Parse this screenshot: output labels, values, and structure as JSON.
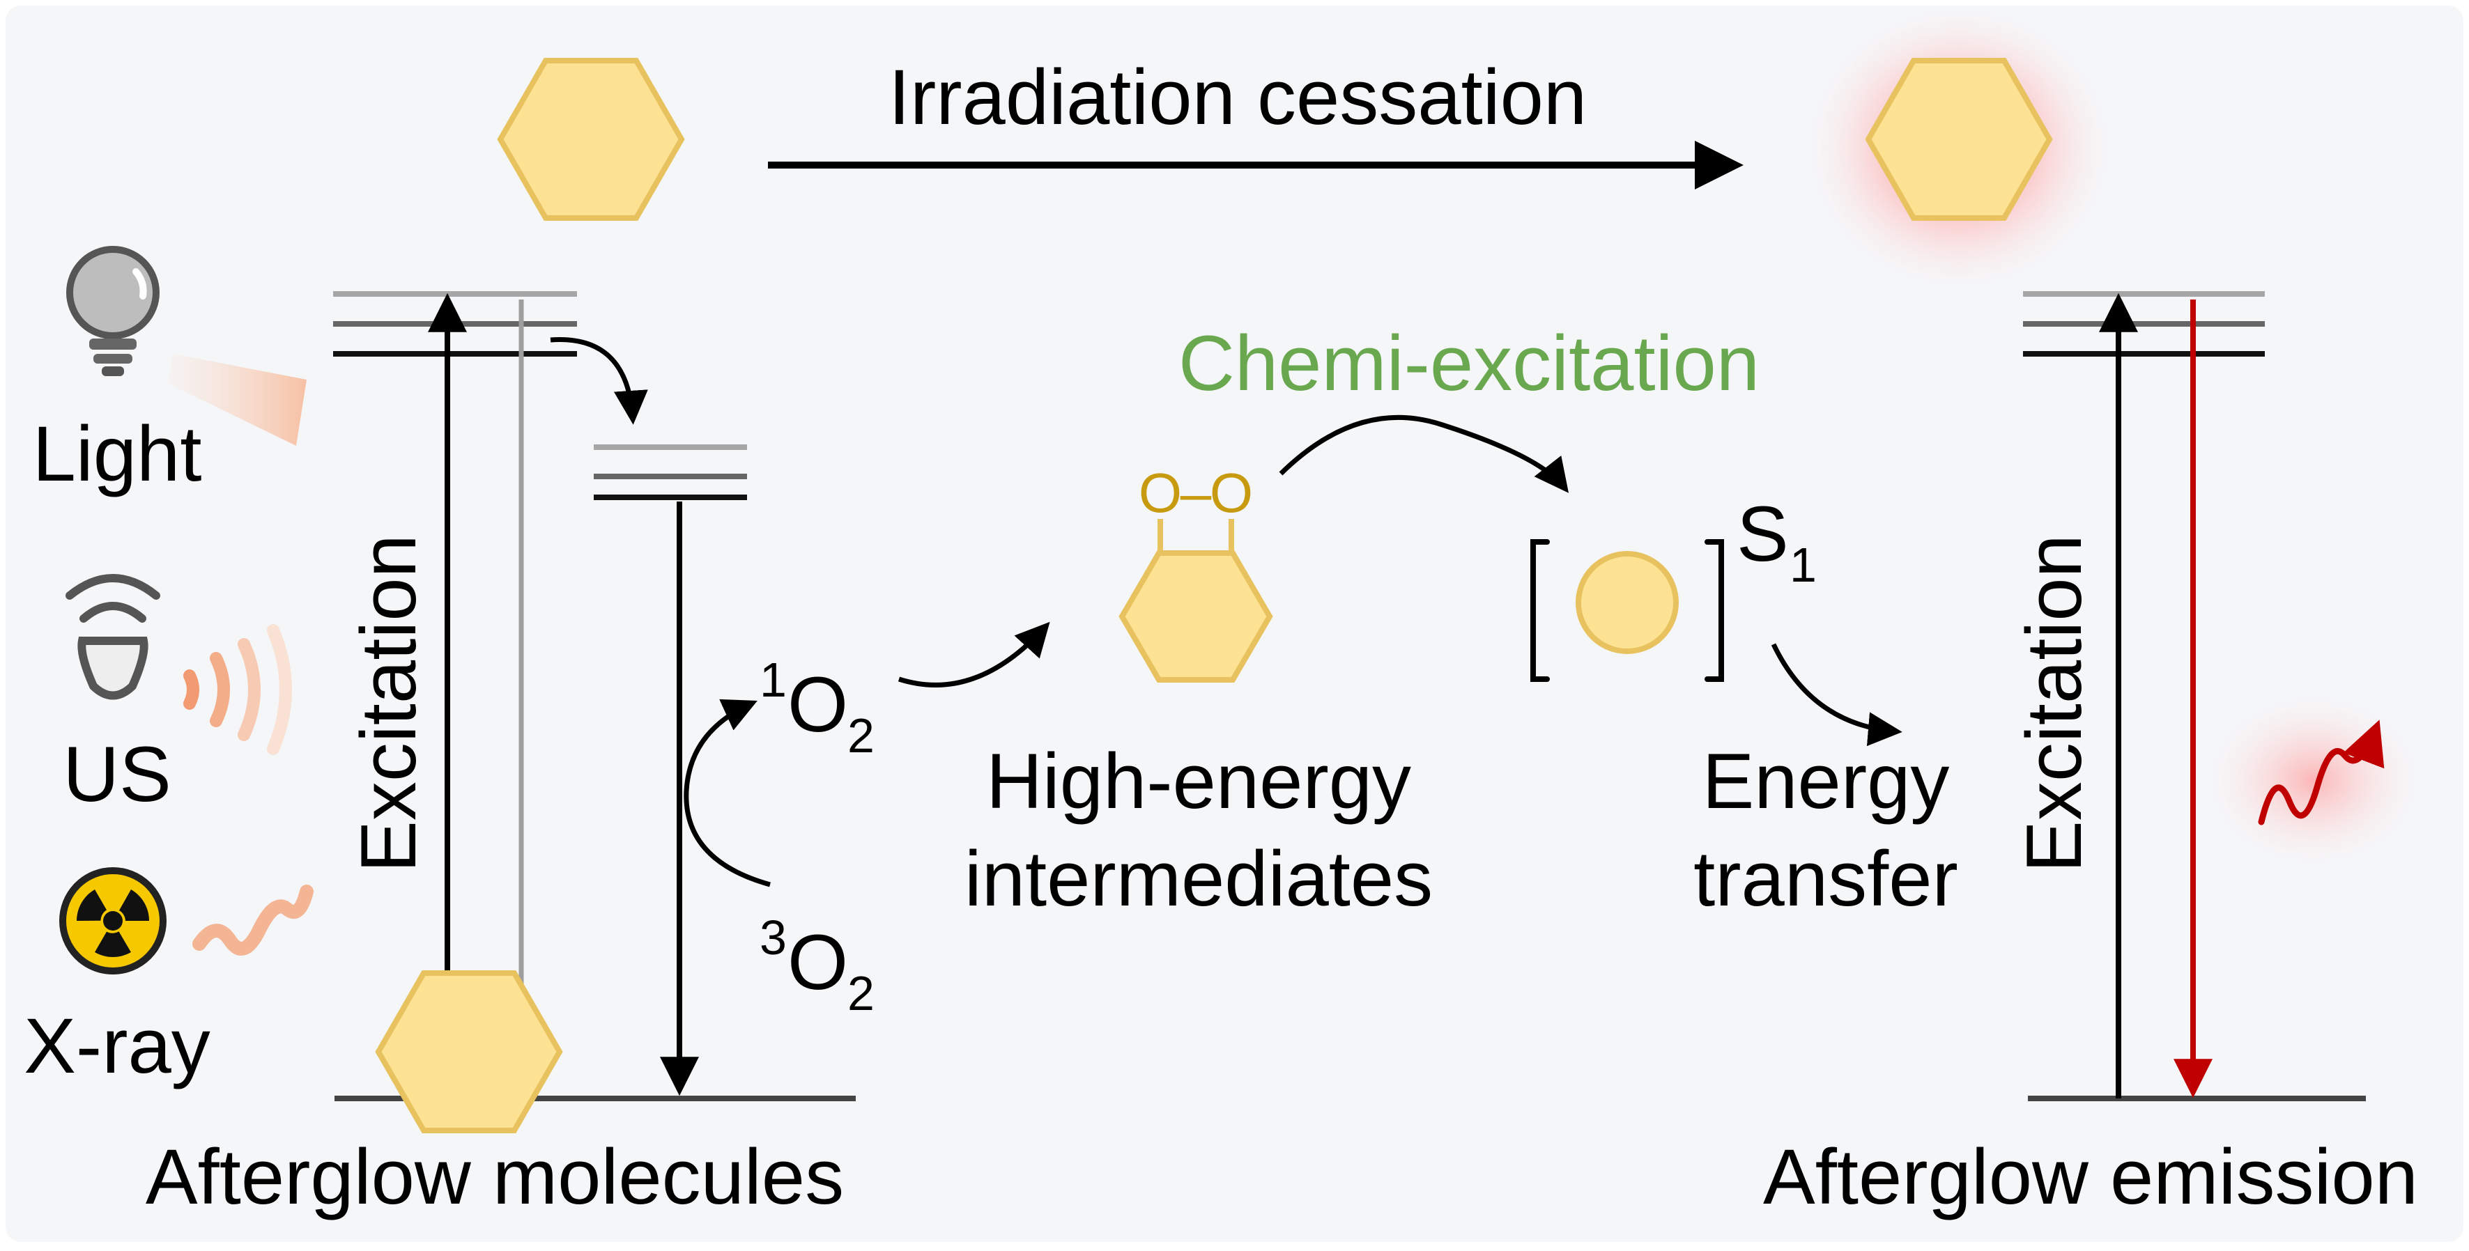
{
  "top": {
    "cessation_label": "Irradiation cessation"
  },
  "sources": {
    "light_label": "Light",
    "us_label": "US",
    "xray_label": "X-ray"
  },
  "left_diagram": {
    "excitation_label": "Excitation",
    "caption": "Afterglow molecules"
  },
  "oxygen": {
    "singlet_sup": "1",
    "singlet_base": "O",
    "singlet_sub": "2",
    "triplet_sup": "3",
    "triplet_base": "O",
    "triplet_sub": "2"
  },
  "middle": {
    "chemi_label": "Chemi-excitation",
    "peroxide_atom_1": "O",
    "peroxide_bond": "–",
    "peroxide_atom_2": "O",
    "intermediates_line1": "High-energy",
    "intermediates_line2": "intermediates",
    "state_base": "S",
    "state_sub": "1",
    "energy_line1": "Energy",
    "energy_line2": "transfer"
  },
  "right_diagram": {
    "excitation_label": "Excitation",
    "caption": "Afterglow emission"
  },
  "colors": {
    "background": "#f5f6f8",
    "molecule_fill": "#fde294",
    "molecule_stroke": "#e7c25e",
    "chemi_green": "#6aa84f",
    "emission_red": "#c00000",
    "glow_red": "#ff9a9a",
    "source_orange": "#f4a57c",
    "peroxide_gold": "#c79a10"
  },
  "icons": [
    "light-bulb-icon",
    "ultrasound-probe-icon",
    "radiation-icon",
    "hexagon-molecule-icon",
    "circle-molecule-icon",
    "wavy-photon-icon"
  ]
}
